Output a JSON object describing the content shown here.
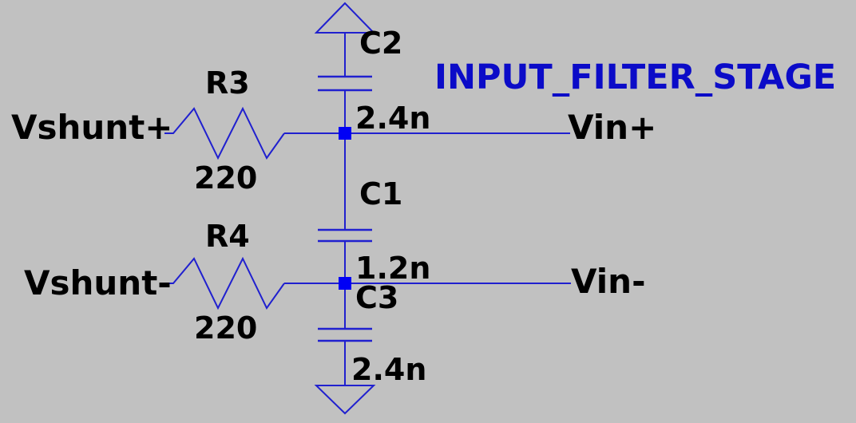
{
  "colors": {
    "background": "#c1c1c1",
    "wire": "#2020cf",
    "junction_node": "#0000f5",
    "label_text": "#000000",
    "title_text": "#0b0bc8"
  },
  "title": "INPUT_FILTER_STAGE",
  "nets": {
    "vshunt_plus": "Vshunt+",
    "vshunt_minus": "Vshunt-",
    "vin_plus": "Vin+",
    "vin_minus": "Vin-"
  },
  "components": {
    "r3": {
      "designator": "R3",
      "value": "220"
    },
    "r4": {
      "designator": "R4",
      "value": "220"
    },
    "c1": {
      "designator": "C1",
      "value": "1.2n"
    },
    "c2": {
      "designator": "C2",
      "value": "2.4n"
    },
    "c3": {
      "designator": "C3",
      "value": "2.4n"
    }
  }
}
